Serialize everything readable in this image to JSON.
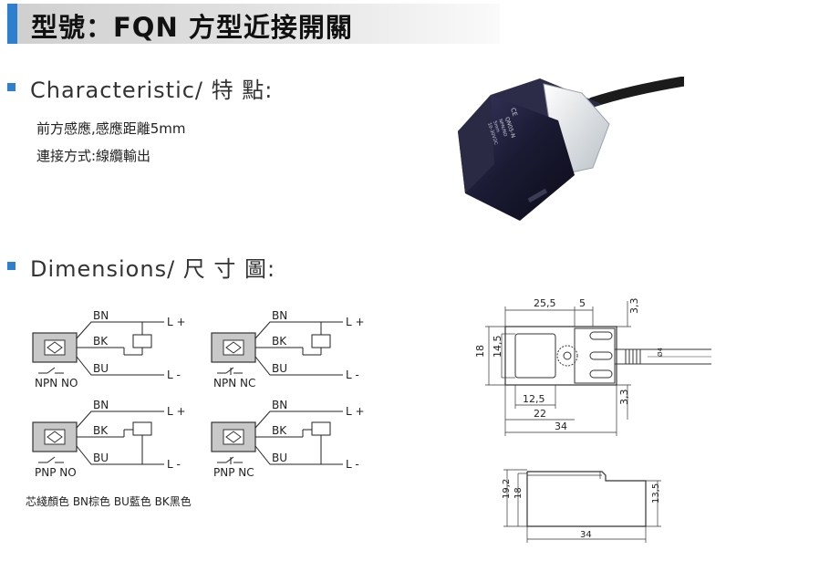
{
  "title": "型號：FQN 方型近接開關",
  "characteristic": {
    "heading": "Characteristic/ 特 點:",
    "lines": [
      "前方感應,感應距離5mm",
      "連接方式:線纜輸出"
    ]
  },
  "product_label": {
    "model": "QN05-N",
    "lines": [
      "NPN/NO",
      "5mm",
      "10-30VDC"
    ],
    "mark": "CE"
  },
  "dimensions": {
    "heading": "Dimensions/ 尺 寸 圖:"
  },
  "wiring": [
    {
      "type": "NPN NO",
      "bn": "BN",
      "bk": "BK",
      "bu": "BU",
      "lplus": "L +",
      "lminus": "L -"
    },
    {
      "type": "NPN NC",
      "bn": "BN",
      "bk": "BK",
      "bu": "BU",
      "lplus": "L +",
      "lminus": "L -"
    },
    {
      "type": "PNP NO",
      "bn": "BN",
      "bk": "BK",
      "bu": "BU",
      "lplus": "L +",
      "lminus": "L -"
    },
    {
      "type": "PNP NC",
      "bn": "BN",
      "bk": "BK",
      "bu": "BU",
      "lplus": "L +",
      "lminus": "L -"
    }
  ],
  "wire_color_legend": "芯綫顏色 BN棕色 BU藍色 BK黑色",
  "front_view_dims": {
    "d1": "25,5",
    "d2": "5",
    "d3": "3,3",
    "d4": "18",
    "d5": "14,5",
    "d6": "12,5",
    "d7": "22",
    "d8": "34",
    "d9": "3,3",
    "d10": "Ø4"
  },
  "side_view_dims": {
    "d1": "19,2",
    "d2": "18",
    "d3": "13,5",
    "d4": "34"
  }
}
